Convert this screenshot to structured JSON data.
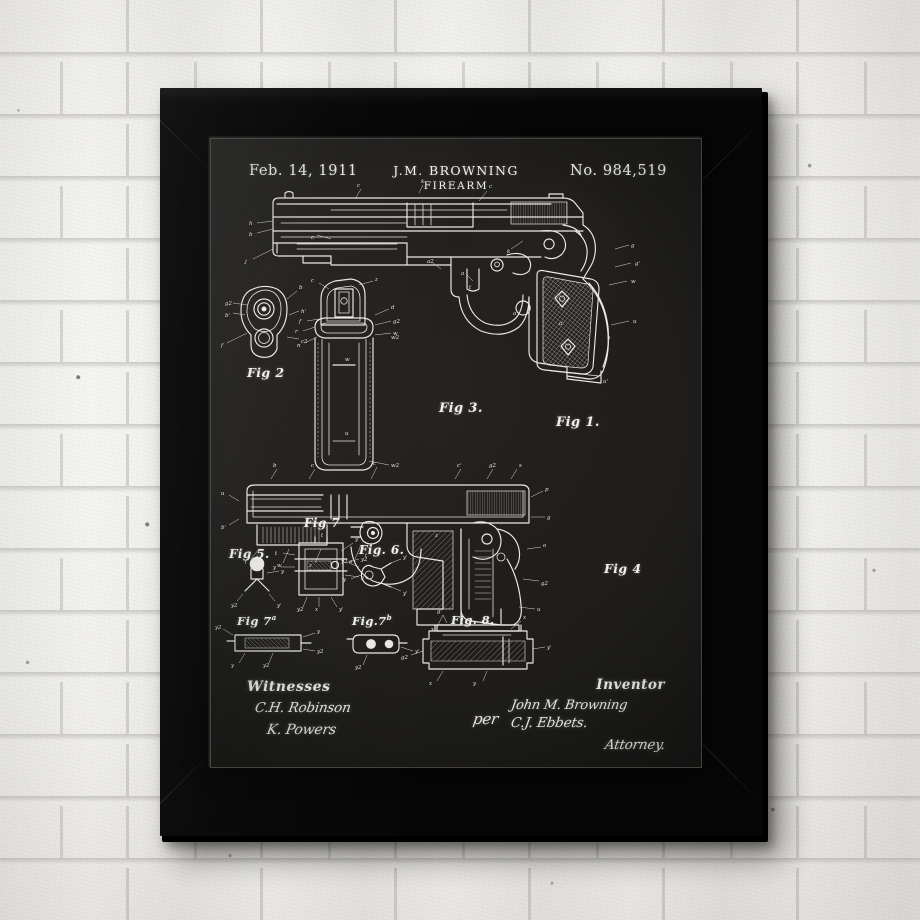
{
  "scene": {
    "description": "Framed blackboard-style patent print hanging on a white painted brick wall",
    "wall_color": "#efeeec",
    "frame_color": "#060606",
    "print_background": "#1b1a18",
    "ink_color": "#eceae6"
  },
  "print": {
    "header": {
      "date": "Feb. 14, 1911",
      "inventor_name": "J.M. BROWNING",
      "title": "FIREARM",
      "patent_number": "No. 984,519"
    },
    "figure_labels": [
      {
        "key": "fig1",
        "text": "Fig 1."
      },
      {
        "key": "fig2",
        "text": "Fig 2"
      },
      {
        "key": "fig3",
        "text": "Fig 3."
      },
      {
        "key": "fig4",
        "text": "Fig 4"
      },
      {
        "key": "fig5",
        "text": "Fig 5."
      },
      {
        "key": "fig6",
        "text": "Fig. 6."
      },
      {
        "key": "fig7",
        "text": "Fig 7"
      },
      {
        "key": "fig7a",
        "text": "Fig 7"
      },
      {
        "key": "fig7a_sup",
        "text": "a"
      },
      {
        "key": "fig7b",
        "text": "Fig.7"
      },
      {
        "key": "fig7b_sup",
        "text": "b"
      },
      {
        "key": "fig8",
        "text": "Fig. 8."
      }
    ],
    "signature": {
      "witness_heading": "Witnesses",
      "witness_1": "C.H. Robinson",
      "witness_2": "K. Powers",
      "inventor_heading": "Inventor",
      "inventor_signature": "John M. Browning",
      "per_label": "per",
      "attorney_signature": "C.J. Ebbets.",
      "attorney_label": "Attorney."
    },
    "reference_numerals": [
      "a",
      "a'",
      "a2",
      "a3",
      "b",
      "b'",
      "c",
      "c'",
      "d",
      "e",
      "f",
      "g",
      "g'",
      "g2",
      "h",
      "h'",
      "i",
      "k",
      "l",
      "m",
      "n",
      "o",
      "p",
      "r",
      "s",
      "t",
      "u",
      "u'",
      "v",
      "w",
      "w'",
      "w2",
      "x",
      "y",
      "y'",
      "y2",
      "z"
    ]
  }
}
